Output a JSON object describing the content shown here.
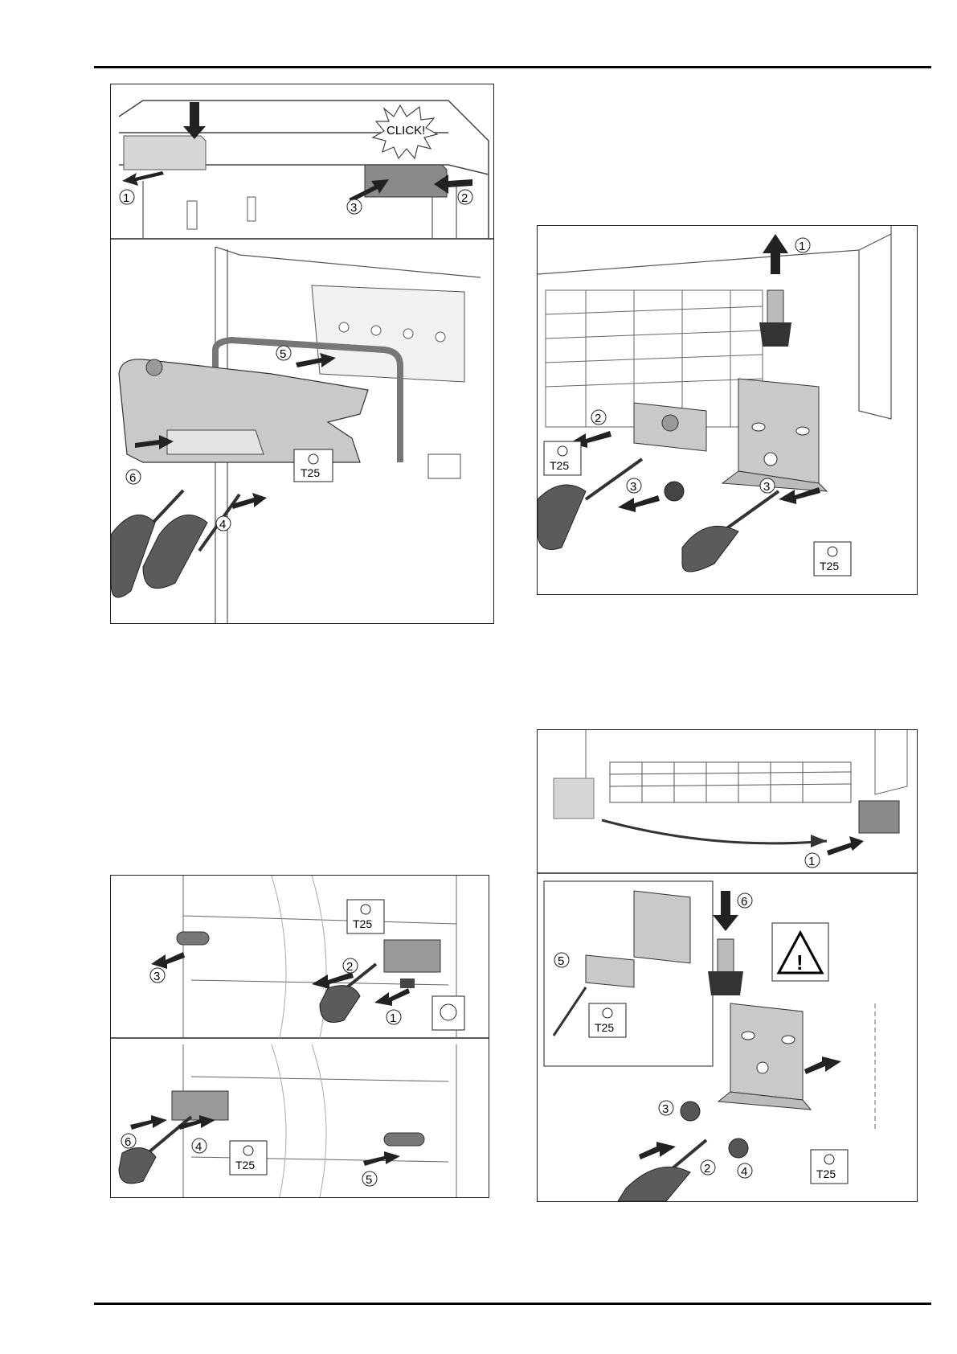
{
  "fig1": {
    "click_text": "CLICK!",
    "callouts": [
      "1",
      "2",
      "3",
      "4",
      "5",
      "6"
    ],
    "tool_label": "T25"
  },
  "fig2": {
    "callouts": [
      "1",
      "2",
      "3",
      "3"
    ],
    "tool_labels": [
      "T25",
      "T25"
    ]
  },
  "fig3": {
    "callouts": [
      "1",
      "2",
      "3",
      "4",
      "5",
      "6"
    ],
    "tool_label": "T25"
  },
  "fig4": {
    "callouts": [
      "1",
      "2",
      "3",
      "4",
      "5",
      "6"
    ],
    "tool_labels": [
      "T25",
      "T25"
    ]
  },
  "icons": {
    "torx": "torx-icon",
    "warning": "warning-icon",
    "arrow": "arrow-icon"
  }
}
